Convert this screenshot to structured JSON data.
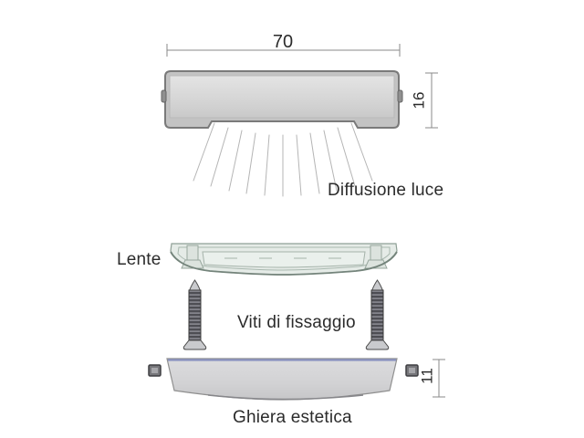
{
  "diagram": {
    "type": "technical-drawing",
    "subject": "linear wall light fixture exploded view",
    "dimensions": {
      "width": "70",
      "body_height": "16",
      "bezel_height": "11"
    },
    "labels": {
      "diffusion": "Diffusione luce",
      "lens": "Lente",
      "screws": "Viti di fissaggio",
      "bezel": "Ghiera estetica"
    },
    "colors": {
      "background": "#ffffff",
      "dim_line": "#8a8a8a",
      "text": "#2b2b2b",
      "rays": "#b5b5b5",
      "body_fill": "#d6d6d6",
      "body_stroke": "#7a7a7a",
      "lens_fill": "#e5ebe7",
      "lens_stroke": "#8fa096",
      "lens_inner": "#a9b8af",
      "screw_shaft": "#4e4e54",
      "screw_metal": "#c9cacd",
      "bezel_fill": "#d5d5d7",
      "bezel_stroke": "#8f8f8f",
      "bezel_top_line": "#8a92c0",
      "nub_fill": "#77777b"
    }
  }
}
